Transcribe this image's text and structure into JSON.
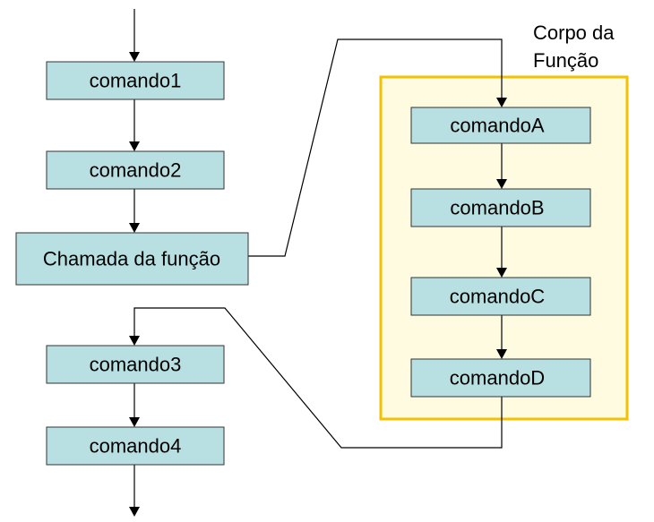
{
  "colors": {
    "box_fill": "#b8dfe1",
    "box_stroke": "#333333",
    "frame_fill": "#fffbe0",
    "frame_stroke": "#f2c200"
  },
  "main_flow": {
    "comando1": "comando1",
    "comando2": "comando2",
    "chamada": "Chamada da função",
    "comando3": "comando3",
    "comando4": "comando4"
  },
  "function_body": {
    "title_line1": "Corpo da",
    "title_line2": "Função",
    "comandoA": "comandoA",
    "comandoB": "comandoB",
    "comandoC": "comandoC",
    "comandoD": "comandoD"
  }
}
